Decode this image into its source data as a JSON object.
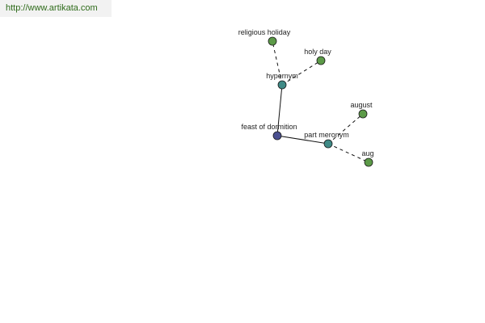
{
  "source": {
    "url_text": "http://www.artikata.com"
  },
  "graph": {
    "colors": {
      "focus_node": "#4a5090",
      "relation_node": "#3f8a86",
      "leaf_node": "#5c9a48",
      "edge": "#111111"
    },
    "nodes": {
      "root": {
        "label": "feast of dormition",
        "kind": "focus"
      },
      "hypernym": {
        "label": "hypernym",
        "kind": "relation"
      },
      "part_meronym": {
        "label": "part meronym",
        "kind": "relation"
      },
      "religious_holiday": {
        "label": "religious holiday",
        "kind": "leaf"
      },
      "holy_day": {
        "label": "holy day",
        "kind": "leaf"
      },
      "august": {
        "label": "august",
        "kind": "leaf"
      },
      "aug": {
        "label": "aug",
        "kind": "leaf"
      }
    },
    "edges": [
      {
        "from": "root",
        "to": "hypernym",
        "style": "solid"
      },
      {
        "from": "root",
        "to": "part_meronym",
        "style": "solid"
      },
      {
        "from": "hypernym",
        "to": "religious_holiday",
        "style": "dashed"
      },
      {
        "from": "hypernym",
        "to": "holy_day",
        "style": "dashed"
      },
      {
        "from": "part_meronym",
        "to": "august",
        "style": "dashed"
      },
      {
        "from": "part_meronym",
        "to": "aug",
        "style": "dashed"
      }
    ]
  }
}
